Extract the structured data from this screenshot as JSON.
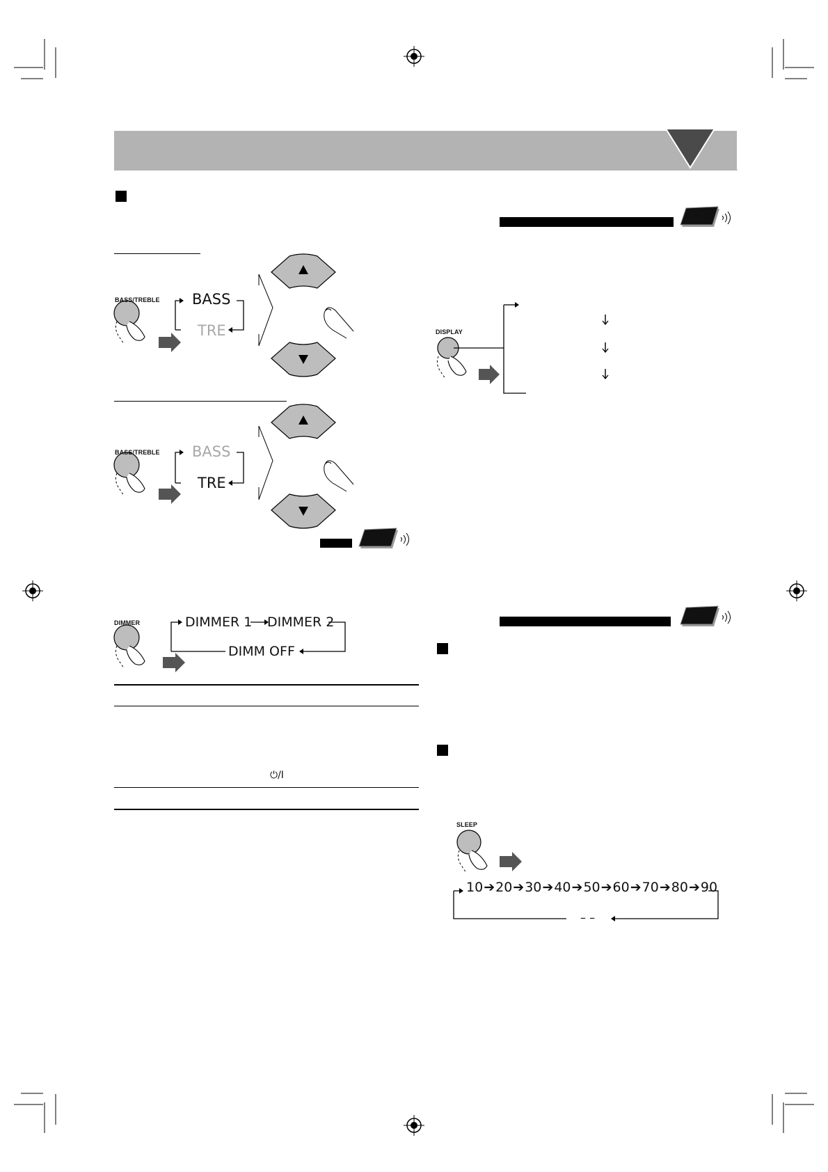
{
  "header": {
    "band_color": "#b3b3b3",
    "tab_color": "#444444"
  },
  "tone": {
    "button_label": "BASS/TREBLE",
    "cycle_bass": "BASS",
    "cycle_tre": "TRE"
  },
  "dimmer": {
    "button_label": "DIMMER",
    "step1": "DIMMER 1",
    "step2": "DIMMER 2",
    "off": "DIMM OFF"
  },
  "power_symbol": "⏻/I",
  "display": {
    "button_label": "DISPLAY"
  },
  "sleep": {
    "button_label": "SLEEP",
    "sequence": [
      "10",
      "20",
      "30",
      "40",
      "50",
      "60",
      "70",
      "80",
      "90"
    ],
    "off": "– –"
  }
}
